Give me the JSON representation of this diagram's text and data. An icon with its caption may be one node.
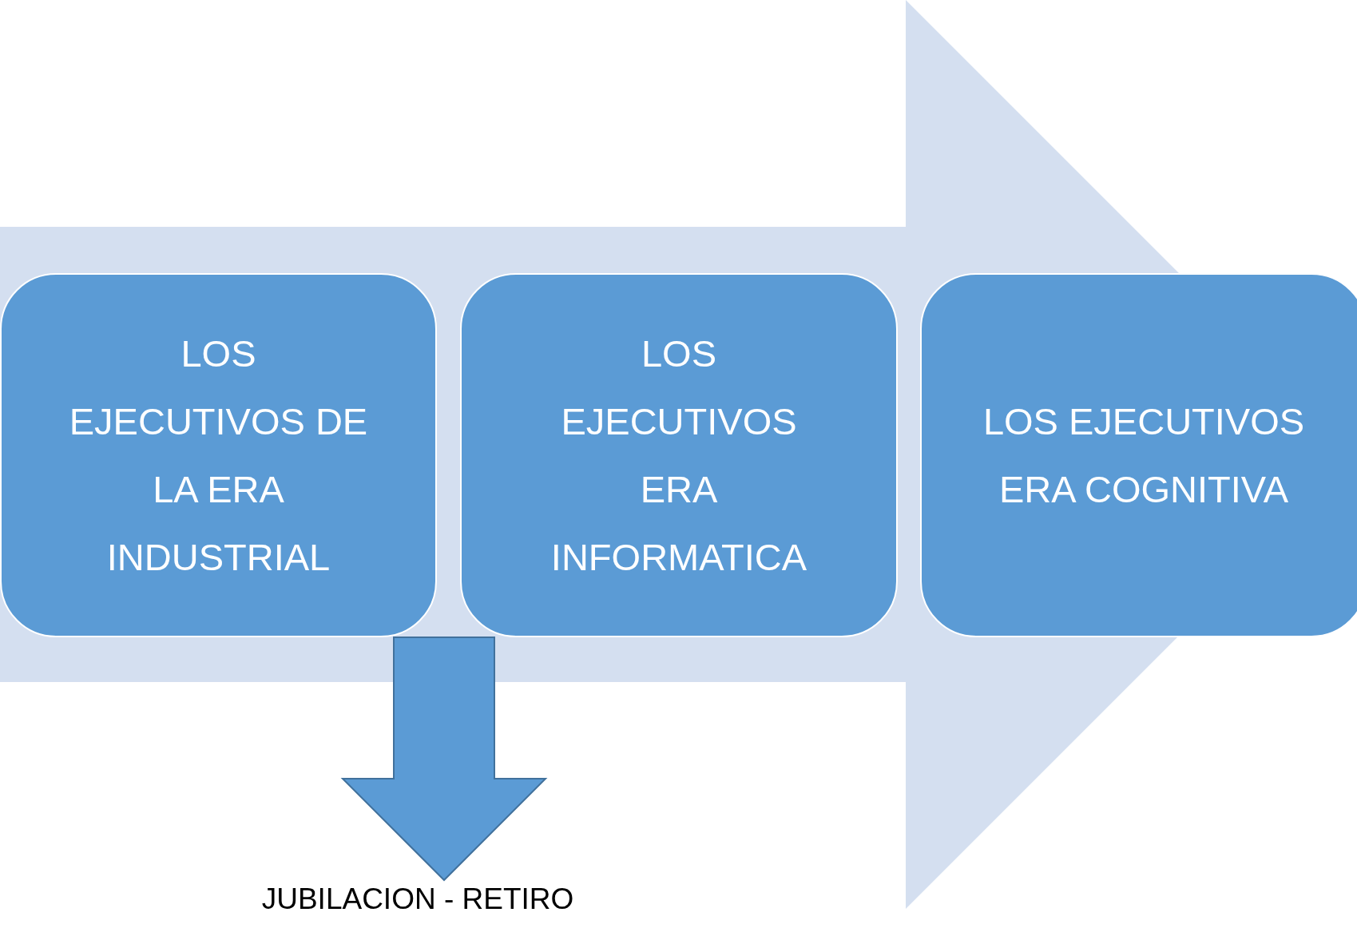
{
  "diagram": {
    "nodes": [
      {
        "text": [
          "LOS EJECUTIVOS DE LA ERA INDUSTRIAL"
        ]
      },
      {
        "text": [
          "LOS EJECUTIVOS ERA INFORMATICA"
        ]
      },
      {
        "text": [
          "LOS EJECUTIVOS ERA COGNITIVA"
        ]
      },
      {
        "text": [
          "JUBILACION - RETIRO"
        ]
      }
    ],
    "edges": [
      {
        "from": 0,
        "to": 3,
        "arrow": "to"
      },
      {
        "from": 0,
        "to": 2,
        "arrow": "to"
      }
    ]
  }
}
